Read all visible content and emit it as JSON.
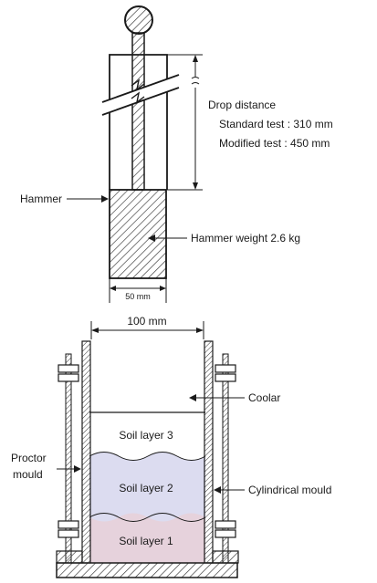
{
  "hammer": {
    "drop_distance_label": "Drop distance",
    "standard_test": "Standard test : 310  mm",
    "modified_test": "Modified test : 450 mm",
    "hammer_label": "Hammer",
    "hammer_weight": "Hammer weight 2.6 kg",
    "width_dim": "50 mm"
  },
  "mould": {
    "width_dim": "100 mm",
    "coolar_label": "Coolar",
    "proctor_mould_line1": "Proctor",
    "proctor_mould_line2": "mould",
    "cylindrical_mould_label": "Cylindrical mould",
    "layers": [
      "Soil layer 3",
      "Soil layer 2",
      "Soil layer 1"
    ]
  },
  "colors": {
    "line": "#1a1a1a",
    "layer2_fill": "#dcdcf0",
    "layer1_fill": "#e6d2dc"
  }
}
